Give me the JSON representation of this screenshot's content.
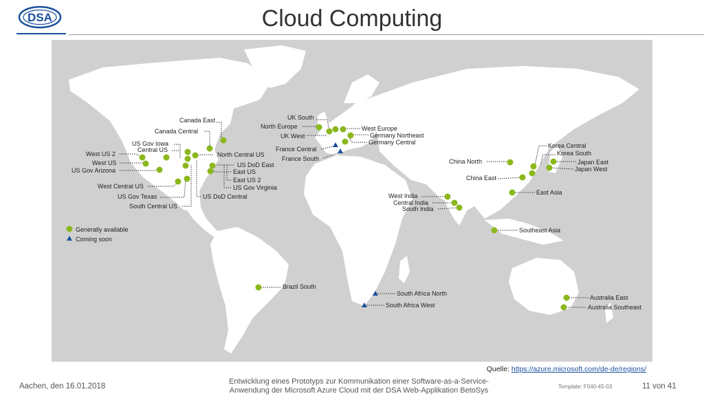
{
  "header": {
    "logo_text": "DSA",
    "title": "Cloud Computing"
  },
  "map": {
    "colors": {
      "ocean": "#d0d0d0",
      "land": "#ffffff",
      "available": "#8ab81d",
      "coming_soon": "#1a4f9c"
    },
    "legend": {
      "available_label": "Generally available",
      "coming_soon_label": "Coming soon"
    },
    "regions": [
      {
        "name": "Canada East",
        "status": "available"
      },
      {
        "name": "Canada Central",
        "status": "available"
      },
      {
        "name": "US Gov Iowa",
        "status": "available"
      },
      {
        "name": "Central US",
        "status": "available"
      },
      {
        "name": "West US 2",
        "status": "available"
      },
      {
        "name": "West US",
        "status": "available"
      },
      {
        "name": "US Gov Arizona",
        "status": "available"
      },
      {
        "name": "North Central US",
        "status": "available"
      },
      {
        "name": "US DoD East",
        "status": "available"
      },
      {
        "name": "East US",
        "status": "available"
      },
      {
        "name": "East US 2",
        "status": "available"
      },
      {
        "name": "US Gov Virginia",
        "status": "available"
      },
      {
        "name": "West Central US",
        "status": "available"
      },
      {
        "name": "US Gov Texas",
        "status": "available"
      },
      {
        "name": "US DoD Central",
        "status": "available"
      },
      {
        "name": "South Central US",
        "status": "available"
      },
      {
        "name": "UK South",
        "status": "available"
      },
      {
        "name": "North Europe",
        "status": "available"
      },
      {
        "name": "UK West",
        "status": "available"
      },
      {
        "name": "West Europe",
        "status": "available"
      },
      {
        "name": "Germany Northeast",
        "status": "available"
      },
      {
        "name": "Germany Central",
        "status": "available"
      },
      {
        "name": "France Central",
        "status": "coming_soon"
      },
      {
        "name": "France South",
        "status": "coming_soon"
      },
      {
        "name": "Korea Central",
        "status": "available"
      },
      {
        "name": "Korea South",
        "status": "available"
      },
      {
        "name": "Japan East",
        "status": "available"
      },
      {
        "name": "Japan West",
        "status": "available"
      },
      {
        "name": "China North",
        "status": "available"
      },
      {
        "name": "China East",
        "status": "available"
      },
      {
        "name": "East Asia",
        "status": "available"
      },
      {
        "name": "West India",
        "status": "available"
      },
      {
        "name": "Central India",
        "status": "available"
      },
      {
        "name": "South India",
        "status": "available"
      },
      {
        "name": "Southeast Asia",
        "status": "available"
      },
      {
        "name": "Brazil South",
        "status": "available"
      },
      {
        "name": "South Africa North",
        "status": "coming_soon"
      },
      {
        "name": "South Africa West",
        "status": "coming_soon"
      },
      {
        "name": "Australia East",
        "status": "available"
      },
      {
        "name": "Australia Southeast",
        "status": "available"
      }
    ]
  },
  "source": {
    "prefix": "Quelle:",
    "url": "https://azure.microsoft.com/de-de/regions/"
  },
  "footer": {
    "location_date": "Aachen, den 16.01.2018",
    "description_line1": "Entwicklung eines Prototyps zur Kommunikation einer Software-as-a-Service-",
    "description_line2": "Anwendung der Microsoft Azure Cloud mit der DSA Web-Applikation BetoSys",
    "template": "Template: F040-45-03",
    "page": "11 von 41"
  }
}
